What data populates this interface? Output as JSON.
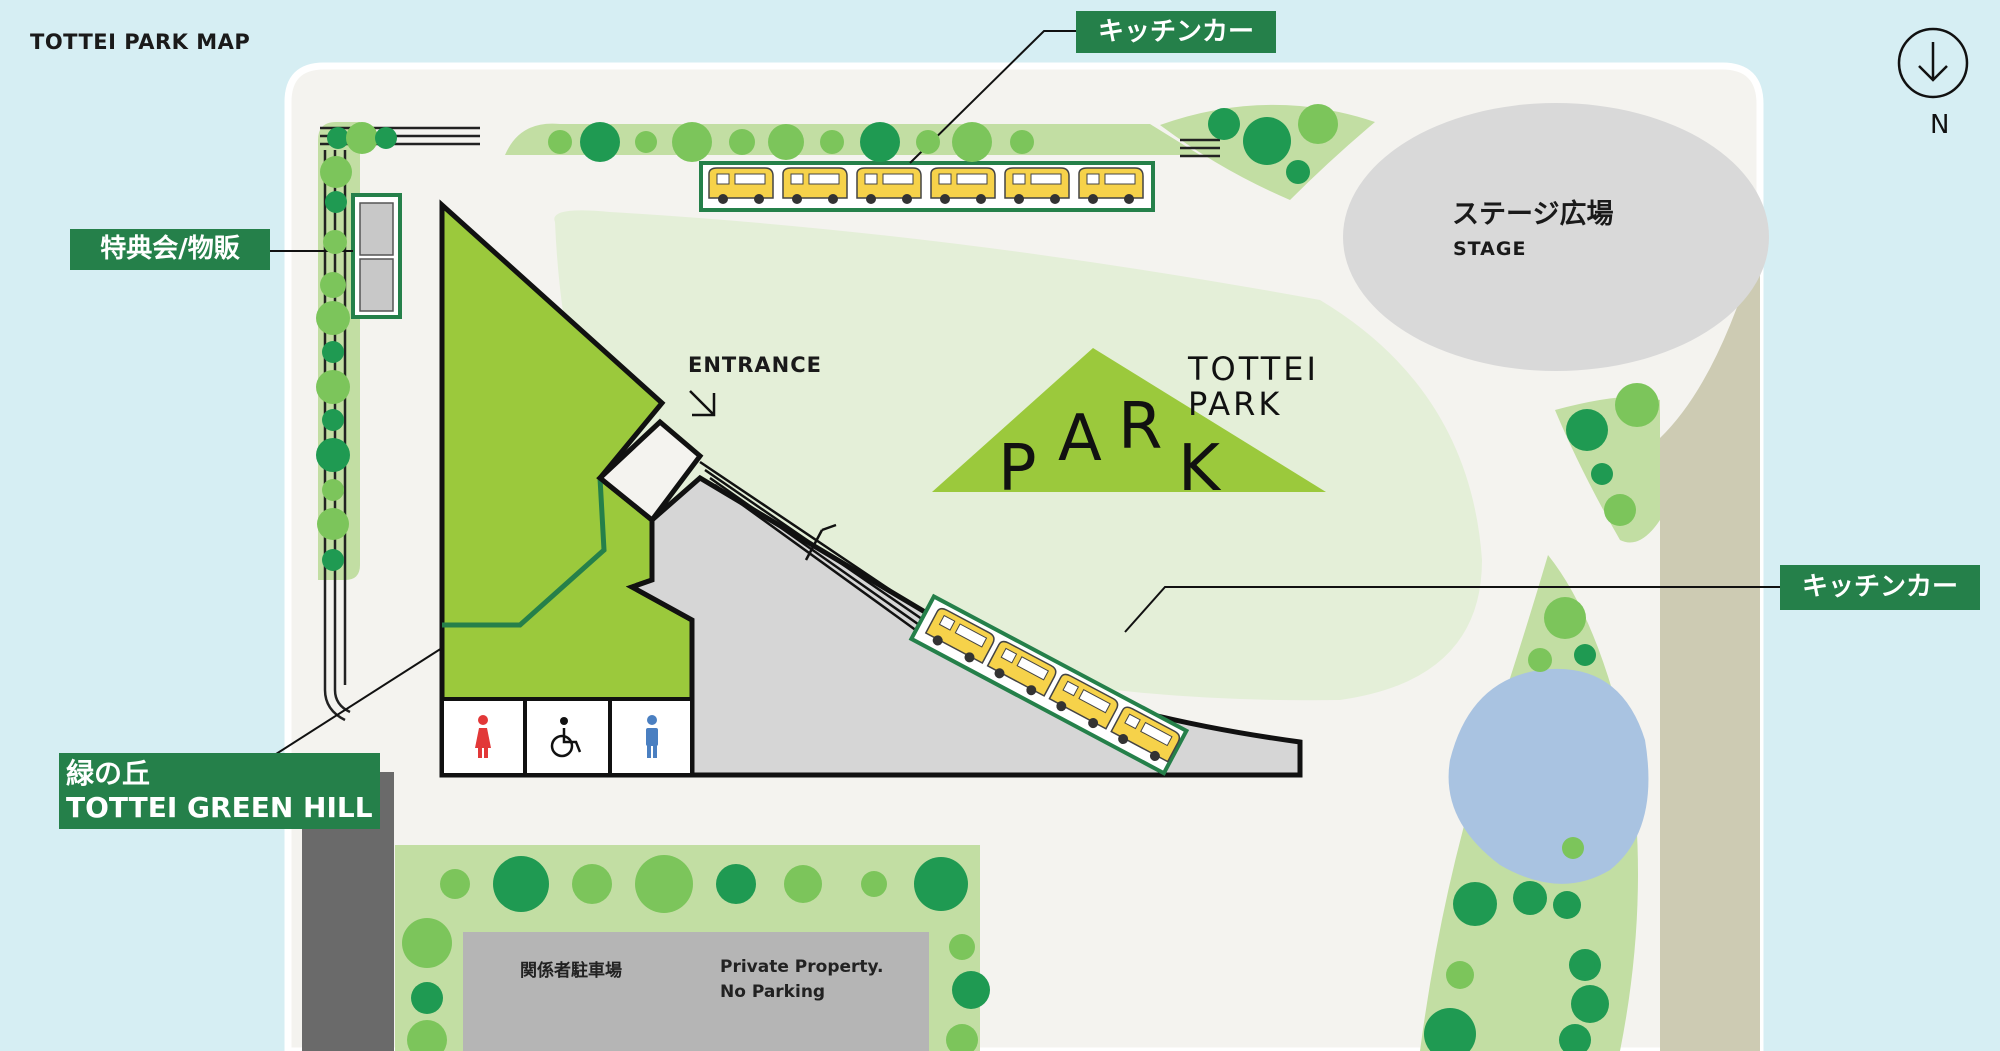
{
  "map": {
    "title": "TOTTEI PARK MAP",
    "compass_label": "N",
    "entrance_label": "ENTRANCE",
    "stage": {
      "name_ja": "ステージ広場",
      "name_en": "STAGE"
    },
    "brand": {
      "line1": "TOTTEI",
      "line2": "PARK",
      "letters": [
        "P",
        "A",
        "R",
        "K"
      ]
    },
    "parking": {
      "name_ja": "関係者駐車場",
      "note_line1": "Private Property.",
      "note_line2": "No Parking"
    }
  },
  "callouts": {
    "kitchen_car_top": "キッチンカー",
    "kitchen_car_right": "キッチンカー",
    "tokuten": "特典会/物販",
    "green_hill_ja": "緑の丘",
    "green_hill_en": "TOTTEI GREEN HILL"
  },
  "restroom_icons": [
    "female-toilet-icon",
    "wheelchair-toilet-icon",
    "male-toilet-icon"
  ],
  "colors": {
    "sky": "#d6eef3",
    "ground": "#f4f3ef",
    "lawn": "#e4efd8",
    "hill": "#9bc93c",
    "tree_light": "#7cc55b",
    "tree_dark": "#1f9a52",
    "tree_bed": "#c2dea3",
    "label_green": "#25804a",
    "stage_gray": "#d9d9d9",
    "pond": "#a9c3e1",
    "kitchen_car": "#f6d24a",
    "parking_gray": "#b5b5b5",
    "building_gray": "#d6d6d6",
    "strip_tan": "#cdcbb3",
    "toilet_female": "#e23838",
    "toilet_male": "#4a7fc1"
  }
}
